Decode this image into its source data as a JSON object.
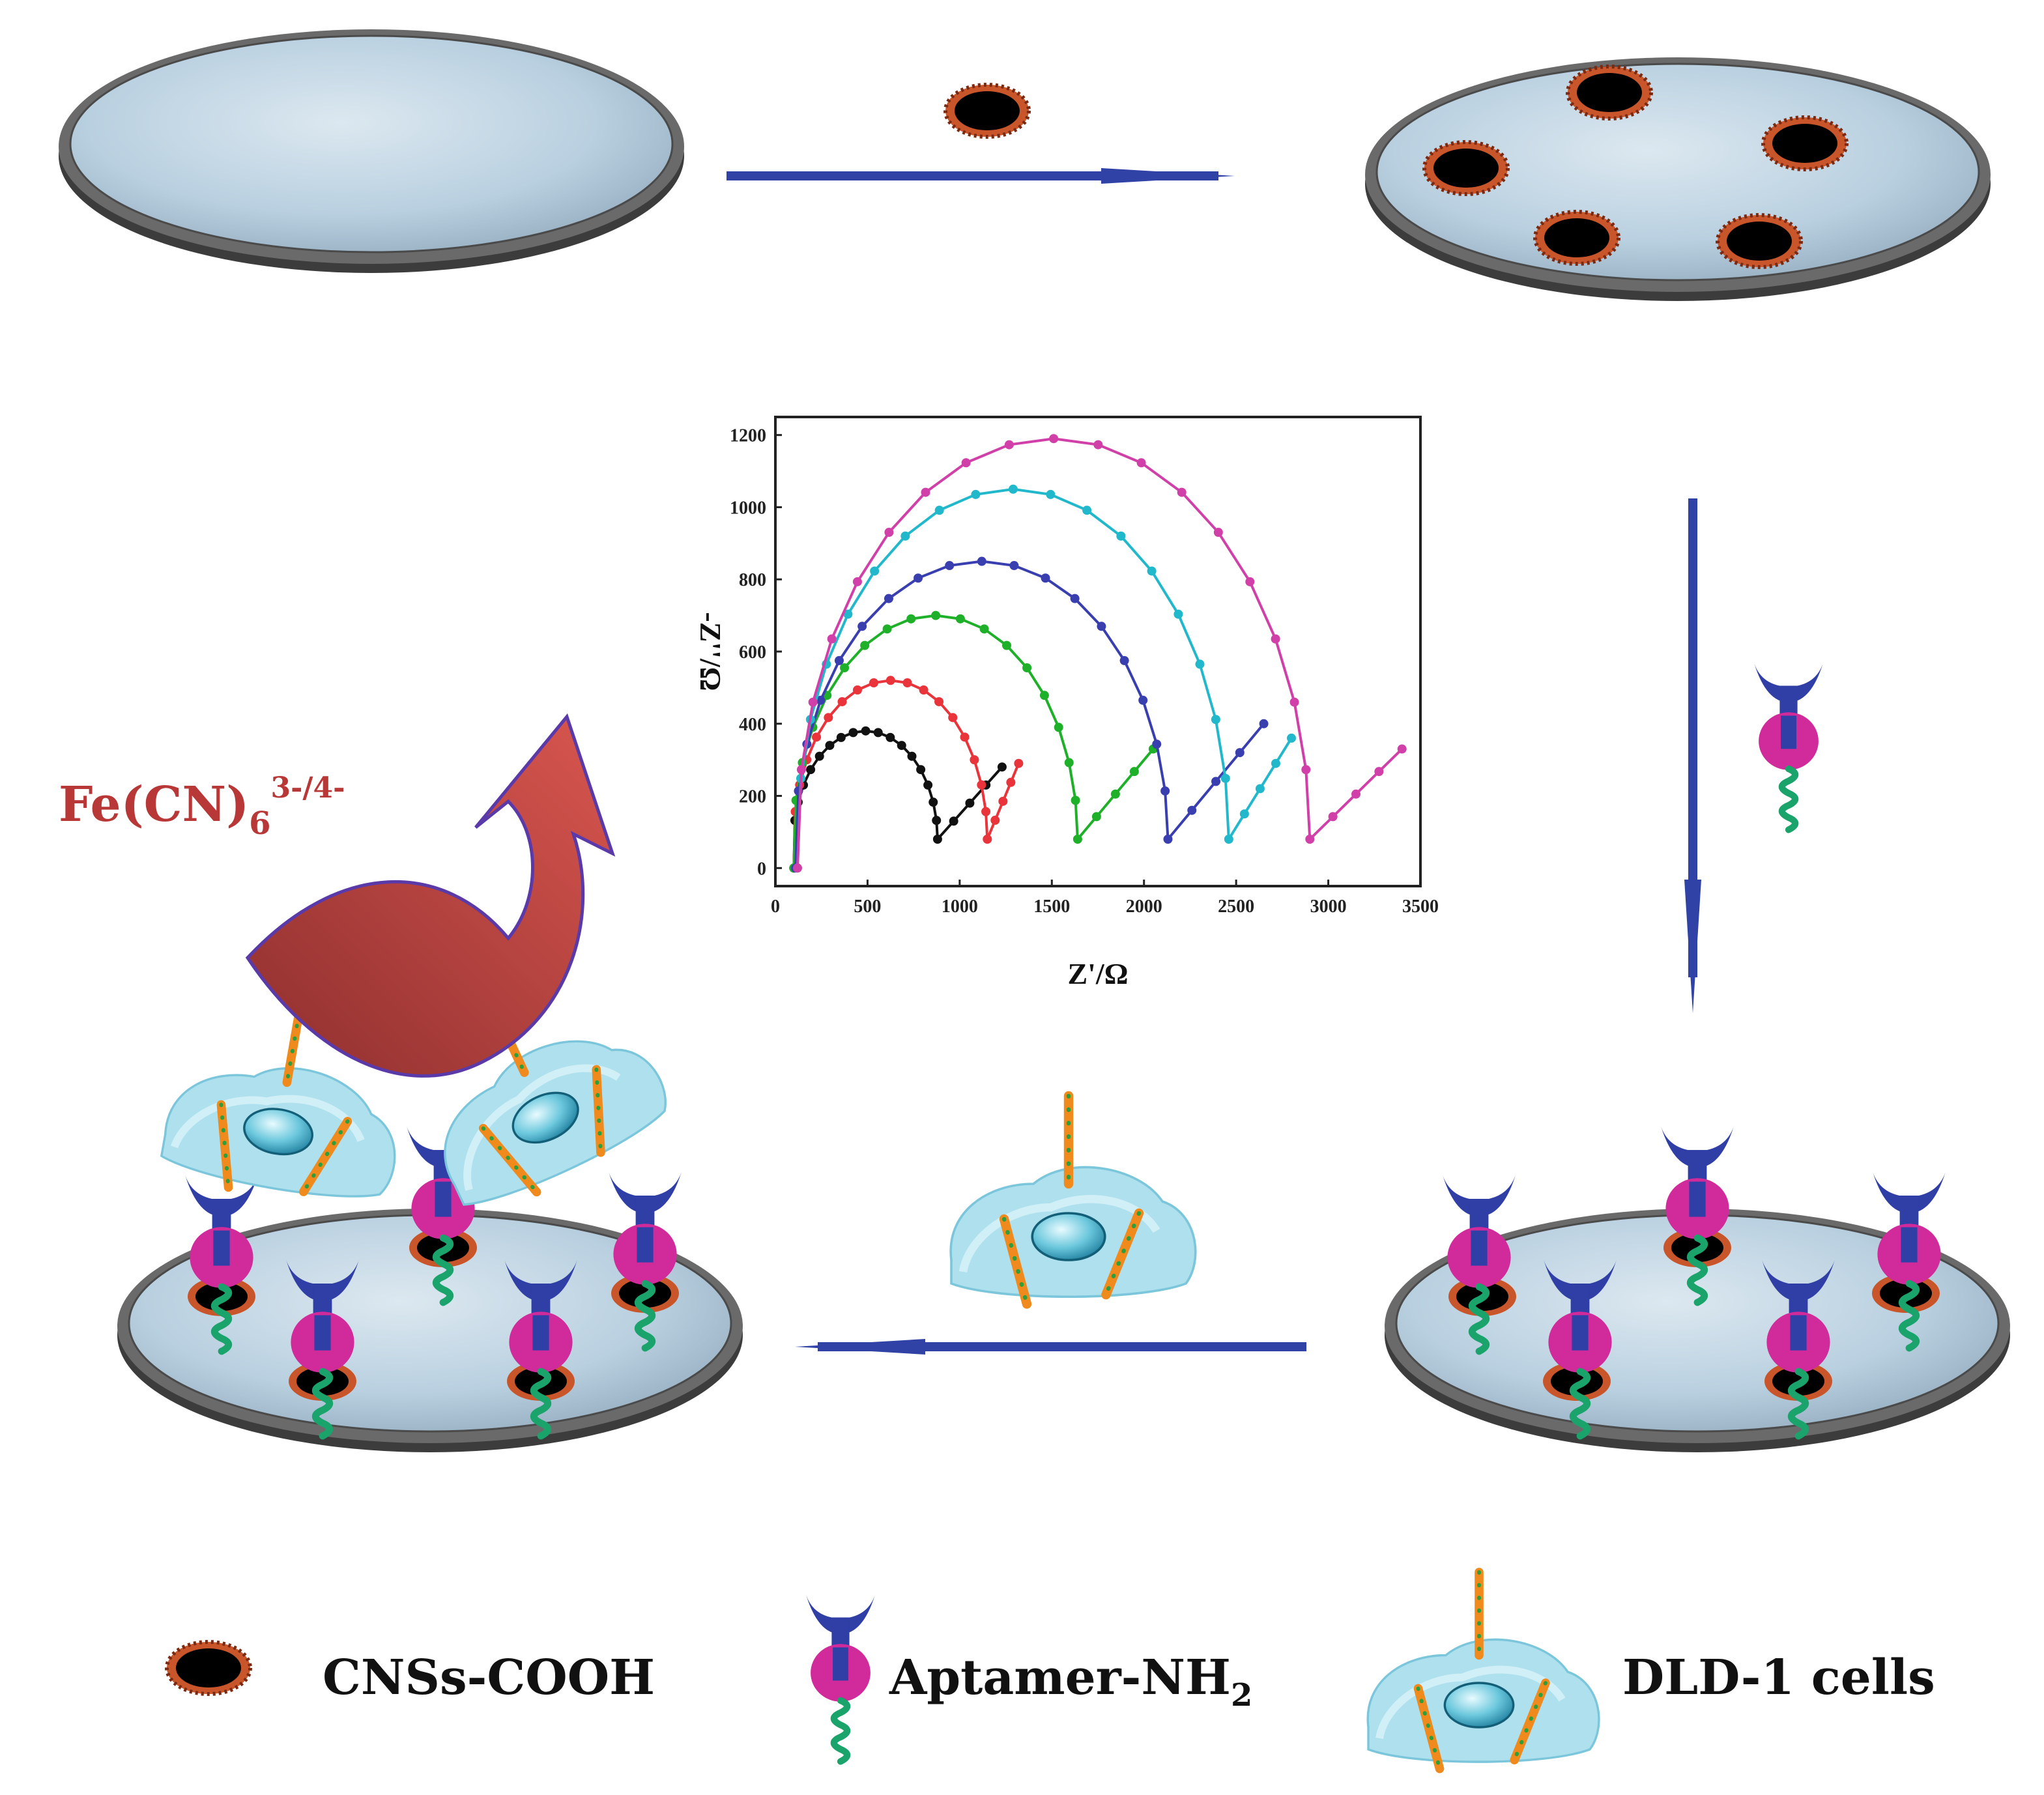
{
  "reagent_label": {
    "main": "Fe(CN)",
    "sub": "6",
    "sup": "3-/4-"
  },
  "legend": {
    "cns": "CNSs-COOH",
    "aptamer": {
      "main": "Aptamer-NH",
      "sub": "2"
    },
    "cells": "DLD-1 cells"
  },
  "colors": {
    "arrow": "#3142a6",
    "electrode_surface": "#b9d0e0",
    "electrode_rim": "#5a5a5a",
    "cns_core": "#000000",
    "cns_fringe": "#b0421e",
    "aptamer_cup": "#2f3fa6",
    "aptamer_body": "#d12a9a",
    "aptamer_tail": "#1aa36a",
    "cell_body": "#aee0ee",
    "cell_nucleus": "#2aa7c6",
    "curved_arrow": "#b33a3a"
  },
  "icons": [
    "cns-particle-icon",
    "aptamer-icon",
    "dld1-cell-icon",
    "electrode-icon",
    "curved-arrow-icon"
  ],
  "chart_data": {
    "type": "line",
    "xlabel": "Z'/Ω",
    "ylabel": "-Z''/Ω",
    "xlim": [
      0,
      3500
    ],
    "ylim": [
      -50,
      1250
    ],
    "xticks": [
      "0",
      "500",
      "1000",
      "1500",
      "2000",
      "2500",
      "3000",
      "3500"
    ],
    "yticks": [
      "0",
      "200",
      "400",
      "600",
      "800",
      "1000",
      "1200"
    ],
    "series": [
      {
        "color": "#111111",
        "Rct": 880,
        "peak": 380,
        "x0": 100,
        "tail_x": 1230,
        "tail_y": 280
      },
      {
        "color": "#e8343a",
        "Rct": 1150,
        "peak": 520,
        "x0": 100,
        "tail_x": 1320,
        "tail_y": 290
      },
      {
        "color": "#1fb02a",
        "Rct": 1640,
        "peak": 700,
        "x0": 100,
        "tail_x": 2050,
        "tail_y": 330
      },
      {
        "color": "#3a3fb0",
        "Rct": 2130,
        "peak": 850,
        "x0": 110,
        "tail_x": 2650,
        "tail_y": 400
      },
      {
        "color": "#22b8cc",
        "Rct": 2460,
        "peak": 1050,
        "x0": 120,
        "tail_x": 2800,
        "tail_y": 360
      },
      {
        "color": "#d040a8",
        "Rct": 2900,
        "peak": 1190,
        "x0": 120,
        "tail_x": 3400,
        "tail_y": 330
      }
    ]
  }
}
